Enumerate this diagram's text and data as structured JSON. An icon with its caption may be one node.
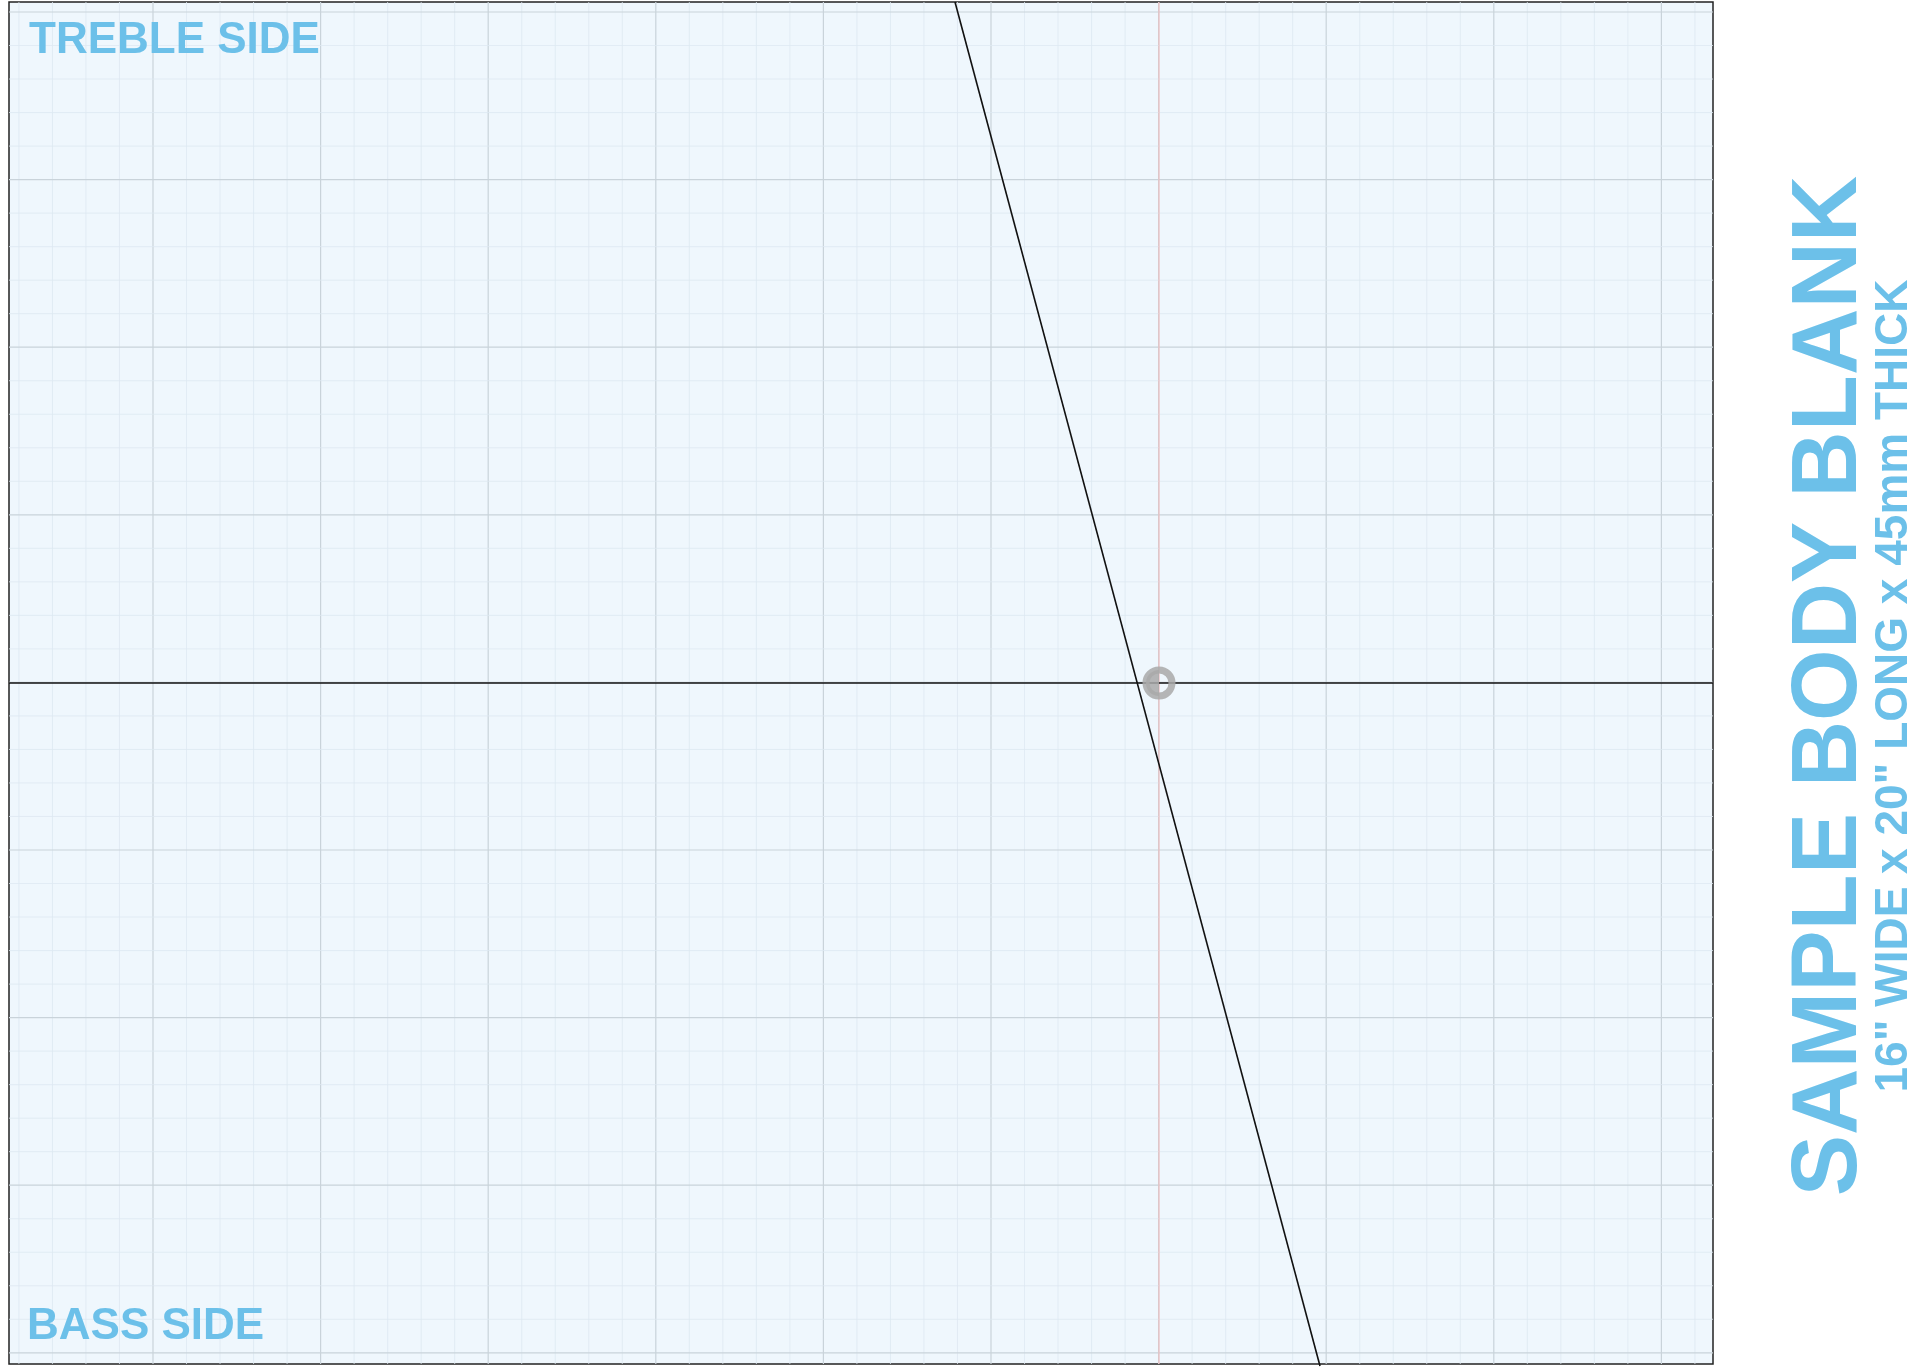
{
  "diagram": {
    "title": "SAMPLE BODY BLANK",
    "labels": [
      "TREBLE SIDE",
      "BASS SIDE",
      "16\" WIDE x 20\" LONG x 45mm THICK"
    ]
  }
}
